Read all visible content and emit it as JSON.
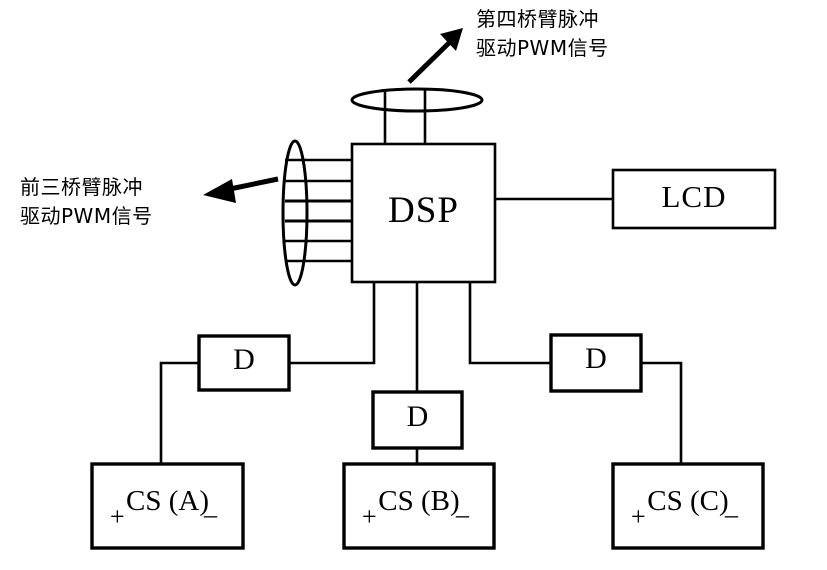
{
  "figure": {
    "title": "DSP control system block diagram",
    "background_color": "#ffffff",
    "line_color": "#000000"
  },
  "annotations": {
    "top_right": {
      "name": "fourth-bridge-arm-pulse-annotation",
      "line1": "第四桥臂脉冲",
      "line2": "驱动PWM信号",
      "arrow": "arrow-up-right"
    },
    "left": {
      "name": "front-three-bridge-arm-pulse-annotation",
      "line1": "前三桥臂脉冲",
      "line2": "驱动PWM信号",
      "arrow": "arrow-left"
    }
  },
  "blocks": {
    "dsp": {
      "label": "DSP"
    },
    "lcd": {
      "label": "LCD"
    },
    "driver_left": {
      "label": "D"
    },
    "driver_middle": {
      "label": "D"
    },
    "driver_right": {
      "label": "D"
    },
    "current_sensor_a": {
      "label": "CS (A)",
      "plus": "+",
      "minus": "_"
    },
    "current_sensor_b": {
      "label": "CS (B)",
      "plus": "+",
      "minus": "_"
    },
    "current_sensor_c": {
      "label": "CS (C)",
      "plus": "+",
      "minus": "_"
    }
  },
  "buses": {
    "left_bus": {
      "name": "six-line-pulse-bus",
      "line_count": 6
    },
    "top_bus": {
      "name": "two-line-pulse-bus",
      "line_count": 2
    }
  }
}
